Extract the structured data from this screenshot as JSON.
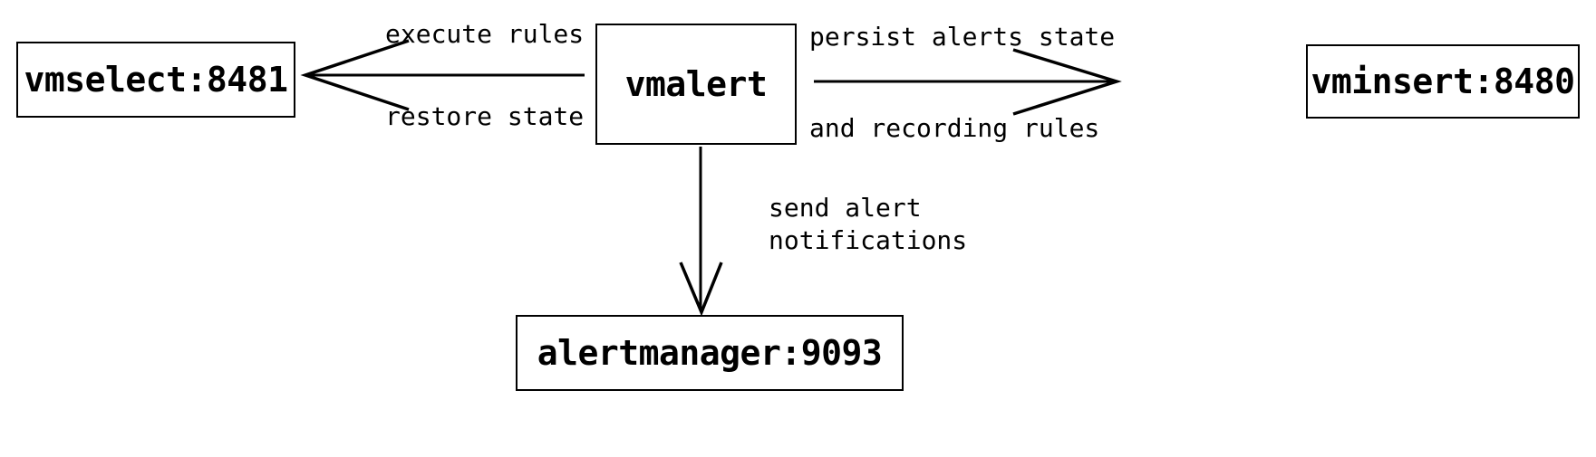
{
  "diagram": {
    "type": "architecture-flow-diagram",
    "background_color": "#ffffff",
    "stroke_color": "#000000",
    "nodes": [
      {
        "id": "vmselect",
        "label": "vmselect:8481"
      },
      {
        "id": "vmalert",
        "label": "vmalert"
      },
      {
        "id": "vminsert",
        "label": "vminsert:8480"
      },
      {
        "id": "alertmanager",
        "label": "alertmanager:9093"
      }
    ],
    "edges": [
      {
        "id": "vmalert-to-vmselect",
        "from": "vmalert",
        "to": "vmselect",
        "direction": "left",
        "label_top": "execute rules",
        "label_bottom": "restore state"
      },
      {
        "id": "vmalert-to-vminsert",
        "from": "vmalert",
        "to": "vminsert",
        "direction": "right",
        "label_top": "persist alerts state",
        "label_bottom": "and recording rules"
      },
      {
        "id": "vmalert-to-alertmanager",
        "from": "vmalert",
        "to": "alertmanager",
        "direction": "down",
        "label_line1": "send alert",
        "label_line2": "notifications"
      }
    ]
  }
}
